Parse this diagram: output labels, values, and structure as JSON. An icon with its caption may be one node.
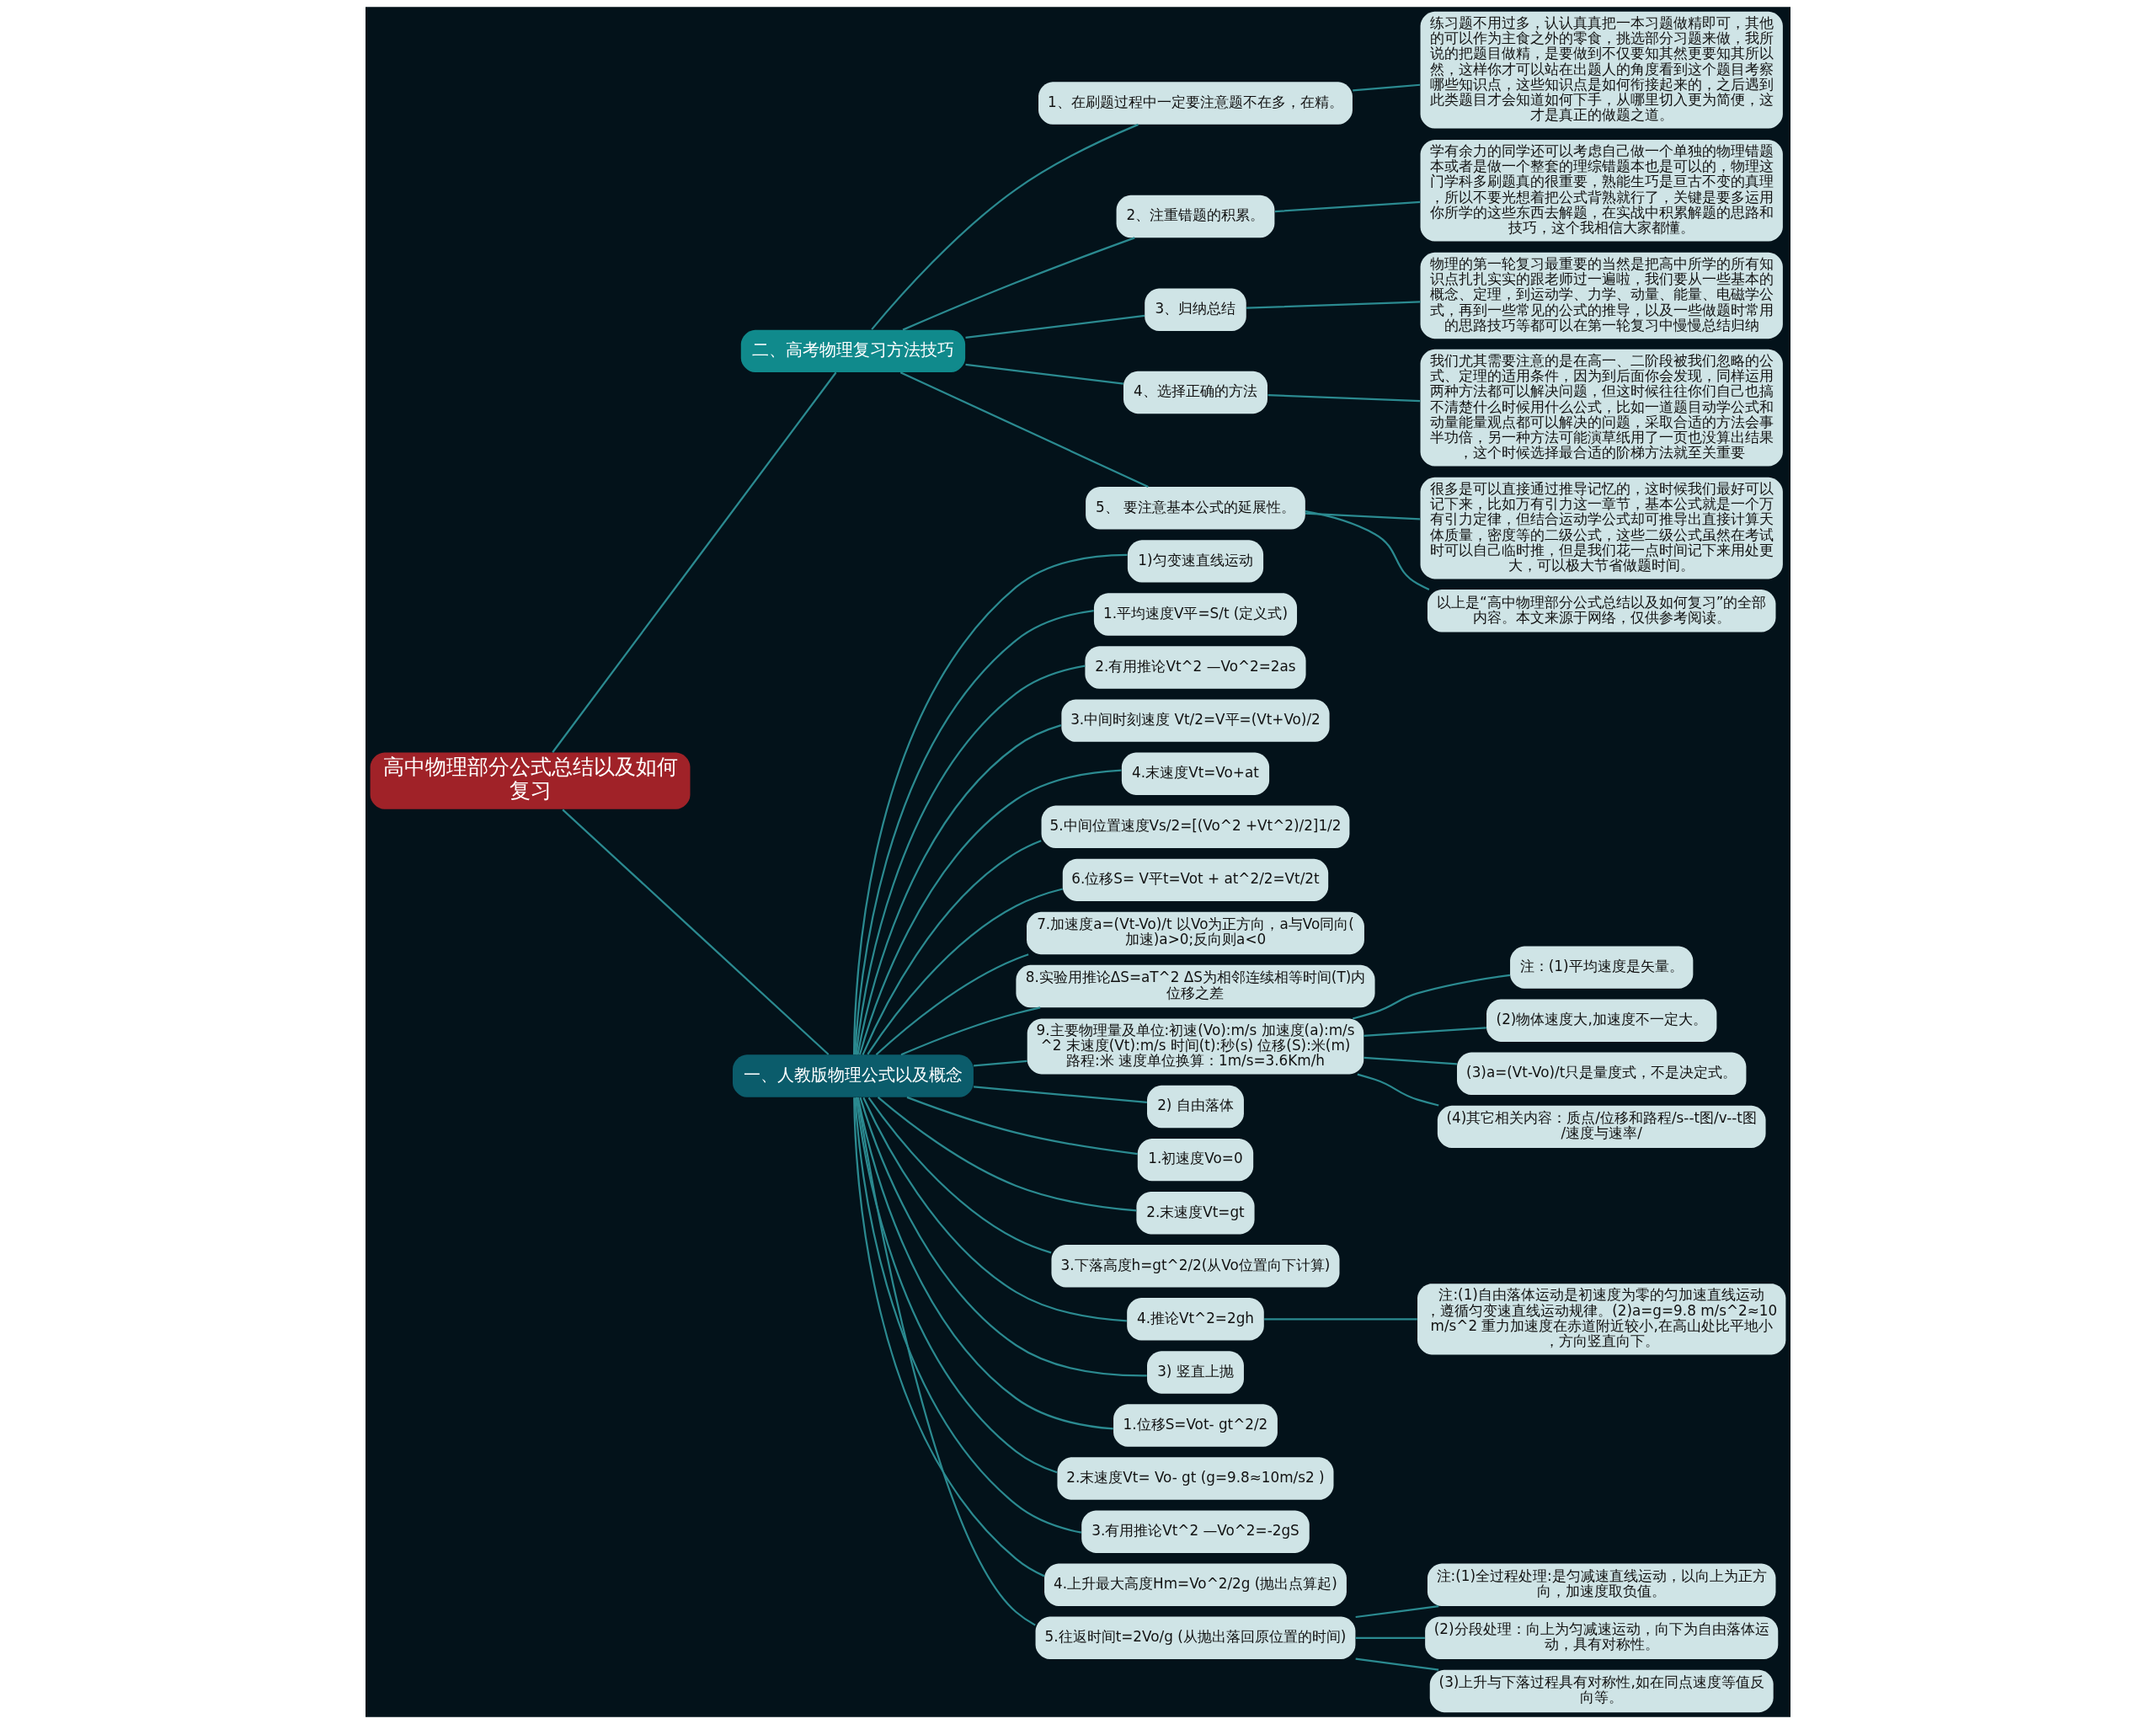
{
  "diagram": {
    "nodes": [
      {
        "text": [
          "高中物理部分公式总结以及如何复习"
        ]
      },
      {
        "text": [
          "二、高考物理复习方法技巧"
        ]
      },
      {
        "text": [
          "1、在刷题过程中一定要注意题不在多，在精。"
        ]
      },
      {
        "text": [
          "练习题不用过多，认认真真把一本习题做精即可，其他的可以作为主食之外的零食，挑选部分习题来做，我所说的把题目做精，是要做到不仅要知其然更要知其所以然，这样你才可以站在出题人的角度看到这个题目考察哪些知识点，这些知识点是如何衔接起来的，之后遇到此类题目才会知道如何下手，从哪里切入更为简便，这才是真正的做题之道。"
        ]
      },
      {
        "text": [
          "2、注重错题的积累。"
        ]
      },
      {
        "text": [
          "学有余力的同学还可以考虑自己做一个单独的物理错题本或者是做一个整套的理综错题本也是可以的，物理这门学科多刷题真的很重要，熟能生巧是亘古不变的真理，所以不要光想着把公式背熟就行了，关键是要多运用你所学的这些东西去解题，在实战中积累解题的思路和技巧，这个我相信大家都懂。"
        ]
      },
      {
        "text": [
          "3、归纳总结"
        ]
      },
      {
        "text": [
          "物理的第一轮复习最重要的当然是把高中所学的所有知识点扎扎实实的跟老师过一遍啦，我们要从一些基本的概念、定理，到运动学、力学、动量、能量、电磁学公式，再到一些常见的公式的推导，以及一些做题时常用的思路技巧等都可以在第一轮复习中慢慢总结归纳"
        ]
      },
      {
        "text": [
          "4、选择正确的方法"
        ]
      },
      {
        "text": [
          "我们尤其需要注意的是在高一、二阶段被我们忽略的公式、定理的适用条件，因为到后面你会发现，同样运用两种方法都可以解决问题，但这时候往往你们自己也搞不清楚什么时候用什么公式，比如一道题目动学公式和动量能量观点都可以解决的问题，采取合适的方法会事半功倍，另一种方法可能演草纸用了一页也没算出结果，这个时候选择最合适的阶梯方法就至关重要"
        ]
      },
      {
        "text": [
          "5、 要注意基本公式的延展性。"
        ]
      },
      {
        "text": [
          "很多是可以直接通过推导记忆的，这时候我们最好可以记下来，比如万有引力这一章节，基本公式就是一个万有引力定律，但结合运动学公式却可推导出直接计算天体质量，密度等的二级公式，这些二级公式虽然在考试时可以自己临时推，但是我们花一点时间记下来用处更大，可以极大节省做题时间。"
        ]
      },
      {
        "text": [
          "以上是“高中物理部分公式总结以及如何复习”的全部内容。本文来源于网络，仅供参考阅读。"
        ]
      },
      {
        "text": [
          "一、人教版物理公式以及概念"
        ]
      },
      {
        "text": [
          "1)匀变速直线运动"
        ]
      },
      {
        "text": [
          "1.平均速度V平=S/t (定义式)"
        ]
      },
      {
        "text": [
          "2.有用推论Vt^2 —Vo^2=2as"
        ]
      },
      {
        "text": [
          "3.中间时刻速度 Vt/2=V平=(Vt+Vo)/2"
        ]
      },
      {
        "text": [
          "4.末速度Vt=Vo+at"
        ]
      },
      {
        "text": [
          "5.中间位置速度Vs/2=[(Vo^2 +Vt^2)/2]1/2"
        ]
      },
      {
        "text": [
          "6.位移S= V平t=Vot + at^2/2=Vt/2t"
        ]
      },
      {
        "text": [
          "7.加速度a=(Vt-Vo)/t 以Vo为正方向，a与Vo同向(加速)a>0;反向则a<0"
        ]
      },
      {
        "text": [
          "8.实验用推论ΔS=aT^2 ΔS为相邻连续相等时间(T)内位移之差"
        ]
      },
      {
        "text": [
          "9.主要物理量及单位:初速(Vo):m/s 加速度(a):m/s^2 末速度(Vt):m/s 时间(t):秒(s) 位移(S):米(m) 路程:米 速度单位换算：1m/s=3.6Km/h"
        ]
      },
      {
        "text": [
          "注：(1)平均速度是矢量。"
        ]
      },
      {
        "text": [
          "(2)物体速度大,加速度不一定大。"
        ]
      },
      {
        "text": [
          "(3)a=(Vt-Vo)/t只是量度式，不是决定式。"
        ]
      },
      {
        "text": [
          "(4)其它相关内容：质点/位移和路程/s--t图/v--t图/速度与速率/"
        ]
      },
      {
        "text": [
          "2) 自由落体"
        ]
      },
      {
        "text": [
          "1.初速度Vo=0"
        ]
      },
      {
        "text": [
          "2.末速度Vt=gt"
        ]
      },
      {
        "text": [
          "3.下落高度h=gt^2/2(从Vo位置向下计算)"
        ]
      },
      {
        "text": [
          "4.推论Vt^2=2gh"
        ]
      },
      {
        "text": [
          "注:(1)自由落体运动是初速度为零的匀加速直线运动，遵循匀变速直线运动规律。(2)a=g=9.8 m/s^2≈10m/s^2 重力加速度在赤道附近较小,在高山处比平地小，方向竖直向下。"
        ]
      },
      {
        "text": [
          "3) 竖直上抛"
        ]
      },
      {
        "text": [
          "1.位移S=Vot- gt^2/2"
        ]
      },
      {
        "text": [
          "2.末速度Vt= Vo- gt (g=9.8≈10m/s2 )"
        ]
      },
      {
        "text": [
          "3.有用推论Vt^2 —Vo^2=-2gS"
        ]
      },
      {
        "text": [
          "4.上升最大高度Hm=Vo^2/2g (抛出点算起)"
        ]
      },
      {
        "text": [
          "5.往返时间t=2Vo/g (从抛出落回原位置的时间)"
        ]
      },
      {
        "text": [
          "注:(1)全过程处理:是匀减速直线运动，以向上为正方向，加速度取负值。"
        ]
      },
      {
        "text": [
          "(2)分段处理：向上为匀减速运动，向下为自由落体运动，具有对称性。"
        ]
      },
      {
        "text": [
          "(3)上升与下落过程具有对称性,如在同点速度等值反向等。"
        ]
      }
    ],
    "edges": [
      {
        "from": 0,
        "to": 1,
        "arrow": "none"
      },
      {
        "from": 1,
        "to": 2,
        "arrow": "none"
      },
      {
        "from": 2,
        "to": 3,
        "arrow": "none"
      },
      {
        "from": 1,
        "to": 4,
        "arrow": "none"
      },
      {
        "from": 4,
        "to": 5,
        "arrow": "none"
      },
      {
        "from": 1,
        "to": 6,
        "arrow": "none"
      },
      {
        "from": 6,
        "to": 7,
        "arrow": "none"
      },
      {
        "from": 1,
        "to": 8,
        "arrow": "none"
      },
      {
        "from": 8,
        "to": 9,
        "arrow": "none"
      },
      {
        "from": 1,
        "to": 10,
        "arrow": "none"
      },
      {
        "from": 10,
        "to": 11,
        "arrow": "none"
      },
      {
        "from": 10,
        "to": 12,
        "arrow": "none"
      },
      {
        "from": 0,
        "to": 13,
        "arrow": "none"
      },
      {
        "from": 13,
        "to": 14,
        "arrow": "none"
      },
      {
        "from": 13,
        "to": 15,
        "arrow": "none"
      },
      {
        "from": 13,
        "to": 16,
        "arrow": "none"
      },
      {
        "from": 13,
        "to": 17,
        "arrow": "none"
      },
      {
        "from": 13,
        "to": 18,
        "arrow": "none"
      },
      {
        "from": 13,
        "to": 19,
        "arrow": "none"
      },
      {
        "from": 13,
        "to": 20,
        "arrow": "none"
      },
      {
        "from": 13,
        "to": 21,
        "arrow": "none"
      },
      {
        "from": 13,
        "to": 22,
        "arrow": "none"
      },
      {
        "from": 13,
        "to": 23,
        "arrow": "none"
      },
      {
        "from": 23,
        "to": 24,
        "arrow": "none"
      },
      {
        "from": 23,
        "to": 25,
        "arrow": "none"
      },
      {
        "from": 23,
        "to": 26,
        "arrow": "none"
      },
      {
        "from": 23,
        "to": 27,
        "arrow": "none"
      },
      {
        "from": 13,
        "to": 28,
        "arrow": "none"
      },
      {
        "from": 13,
        "to": 29,
        "arrow": "none"
      },
      {
        "from": 13,
        "to": 30,
        "arrow": "none"
      },
      {
        "from": 13,
        "to": 31,
        "arrow": "none"
      },
      {
        "from": 13,
        "to": 32,
        "arrow": "none"
      },
      {
        "from": 32,
        "to": 33,
        "arrow": "none"
      },
      {
        "from": 13,
        "to": 34,
        "arrow": "none"
      },
      {
        "from": 13,
        "to": 35,
        "arrow": "none"
      },
      {
        "from": 13,
        "to": 36,
        "arrow": "none"
      },
      {
        "from": 13,
        "to": 37,
        "arrow": "none"
      },
      {
        "from": 13,
        "to": 38,
        "arrow": "none"
      },
      {
        "from": 13,
        "to": 39,
        "arrow": "none"
      },
      {
        "from": 39,
        "to": 40,
        "arrow": "none"
      },
      {
        "from": 39,
        "to": 41,
        "arrow": "none"
      },
      {
        "from": 39,
        "to": 42,
        "arrow": "none"
      }
    ]
  }
}
